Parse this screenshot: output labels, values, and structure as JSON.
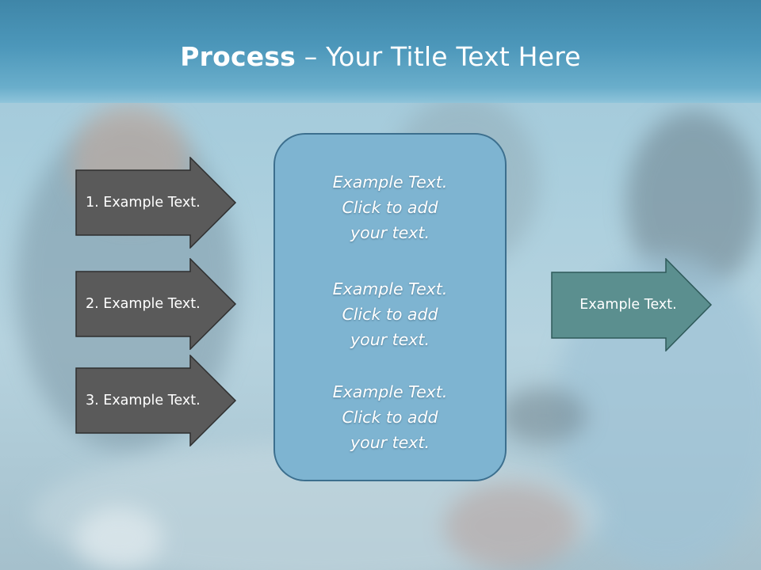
{
  "slide": {
    "title_bold": "Process",
    "title_rest": " – Your Title Text Here"
  },
  "steps": [
    {
      "label": "1. Example Text."
    },
    {
      "label": "2. Example Text."
    },
    {
      "label": "3. Example Text."
    }
  ],
  "center_items": [
    {
      "line1": "Example Text.",
      "line2": "Click  to add",
      "line3": "your text."
    },
    {
      "line1": "Example Text.",
      "line2": "Click  to add",
      "line3": "your text."
    },
    {
      "line1": "Example Text.",
      "line2": "Click  to add",
      "line3": "your text."
    }
  ],
  "result": {
    "label": "Example Text."
  },
  "colors": {
    "title_bar": "#4c97ba",
    "step_arrow_fill": "#5a5a5a",
    "center_box_fill": "#7eb4d1",
    "result_arrow_fill": "#5b8f8f"
  }
}
